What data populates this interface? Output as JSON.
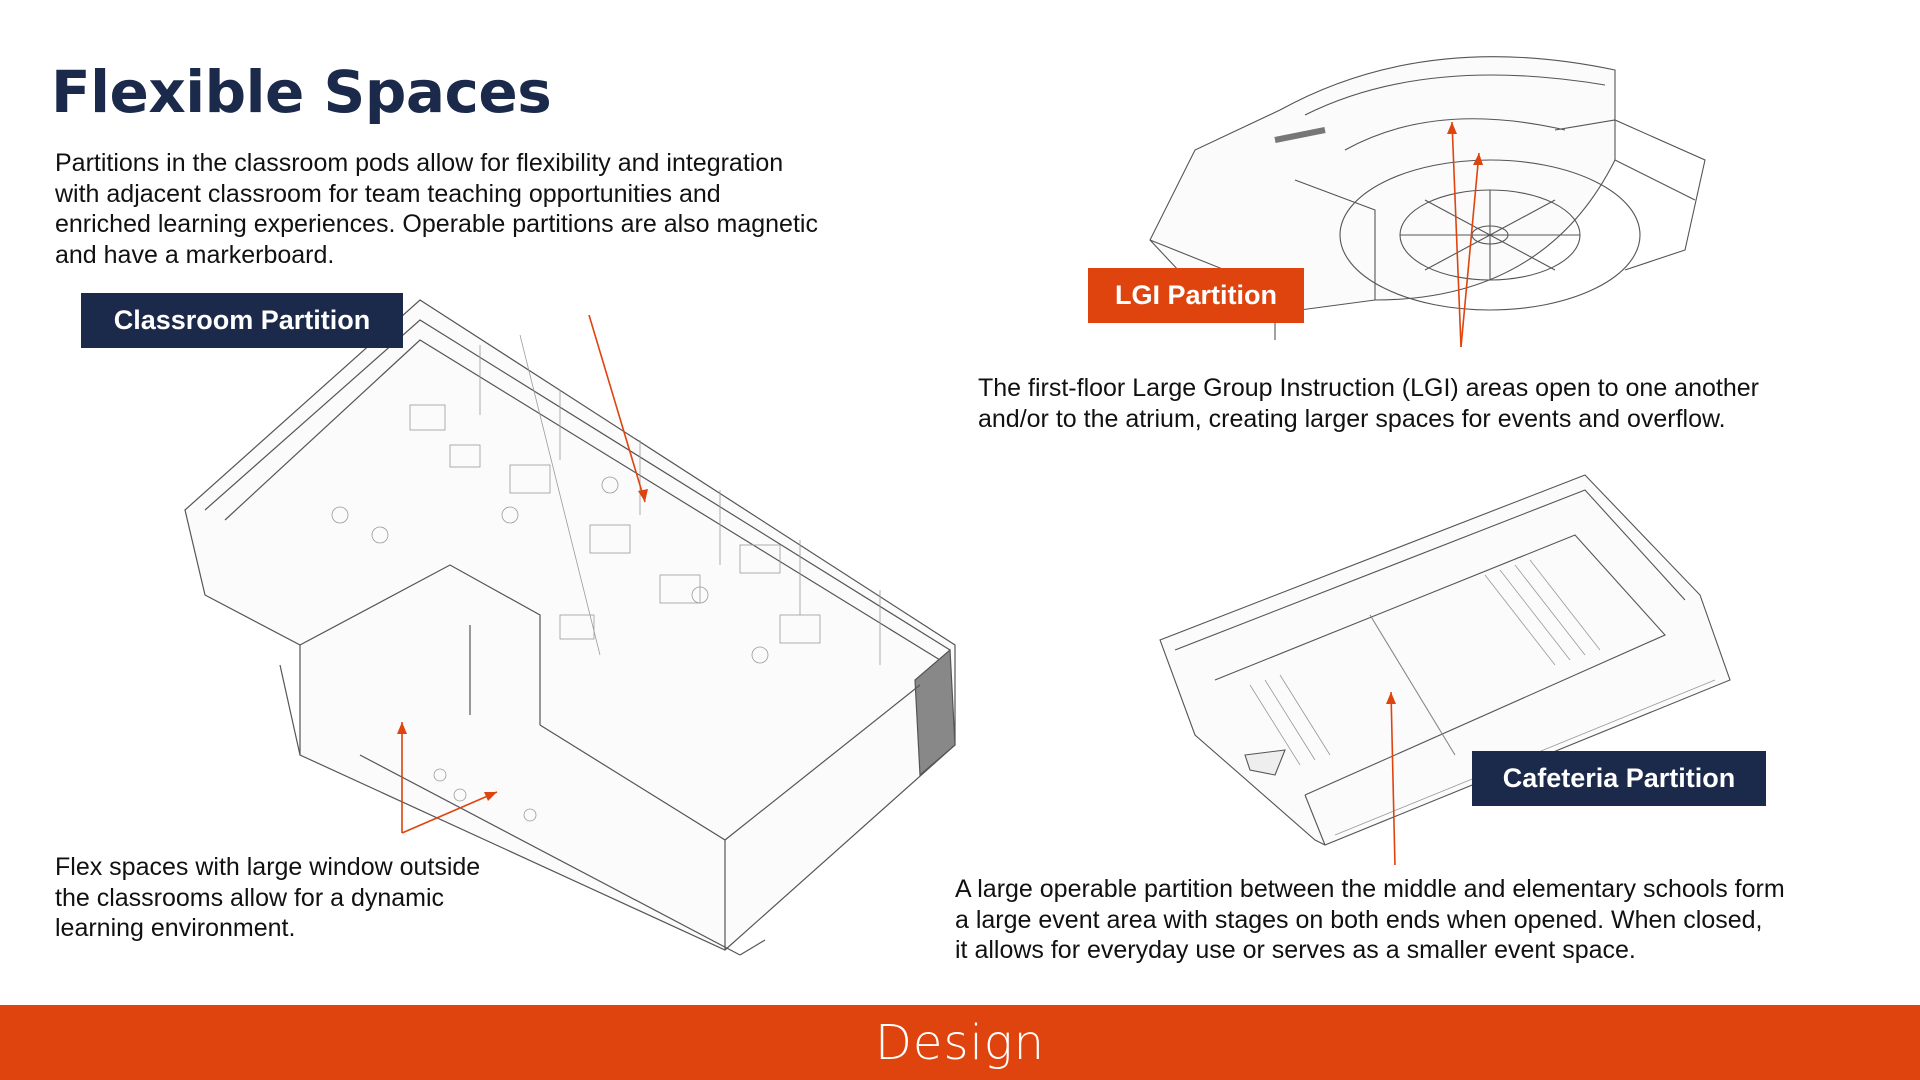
{
  "title": "Flexible Spaces",
  "intro": {
    "lines": [
      "Partitions in the classroom pods allow for flexibility and integration",
      "with adjacent classroom for team teaching opportunities and",
      "enriched learning experiences. Operable partitions are also magnetic",
      "and have a markerboard."
    ]
  },
  "labels": {
    "classroom": "Classroom Partition",
    "lgi": "LGI Partition",
    "cafeteria": "Cafeteria Partition"
  },
  "lgi_text": {
    "lines": [
      "The first-floor Large Group Instruction (LGI) areas  open to one another",
      "and/or to the atrium, creating larger spaces for events and overflow."
    ]
  },
  "flex_text": {
    "lines": [
      "Flex spaces with large window outside",
      "the classrooms allow for a dynamic",
      "learning environment."
    ]
  },
  "cafeteria_text": {
    "lines": [
      "A large operable partition between the middle and elementary schools form",
      "a large event area with stages on both ends when opened. When closed,",
      "it allows for everyday use or serves as a smaller event space."
    ]
  },
  "footer": "Design",
  "colors": {
    "navy": "#1b2a4a",
    "orange": "#e0440e"
  }
}
